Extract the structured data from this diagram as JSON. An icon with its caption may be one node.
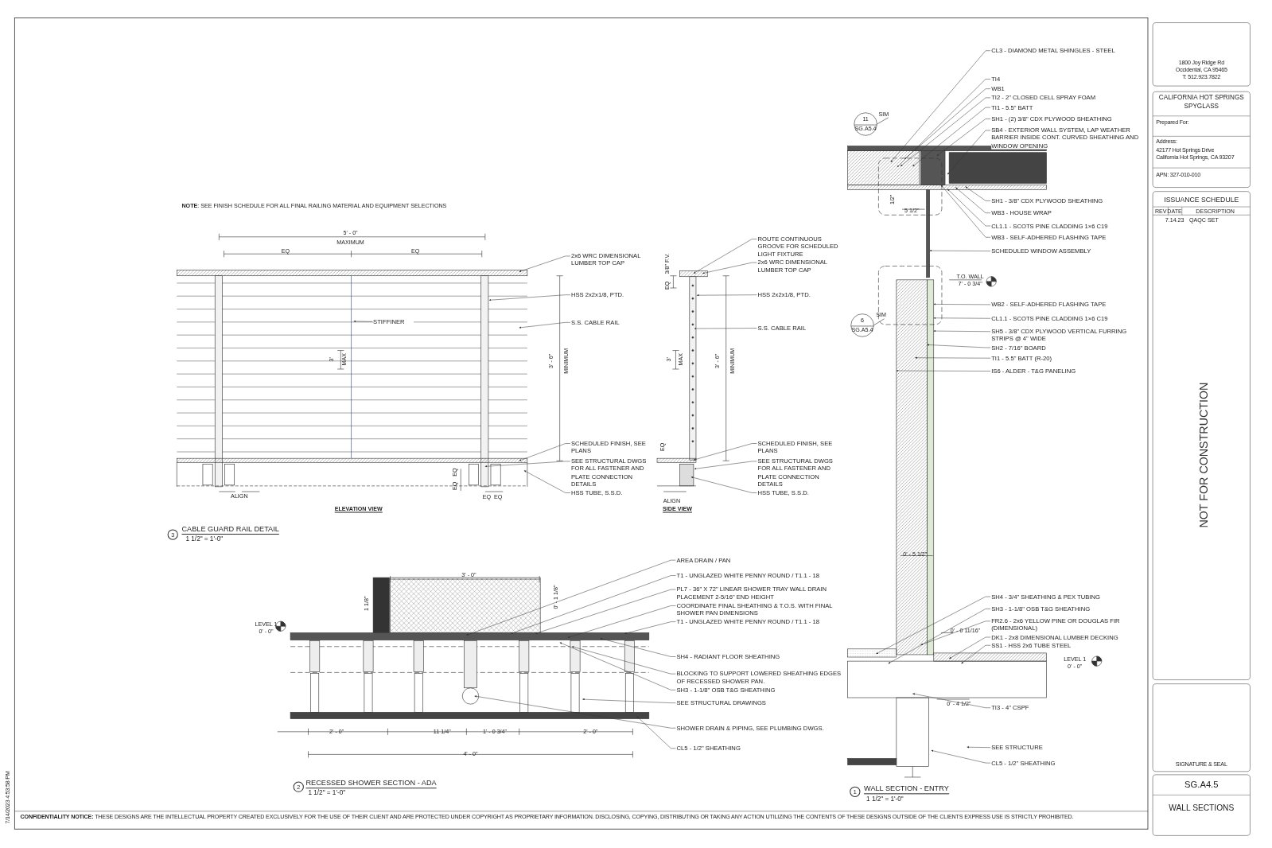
{
  "diagram": {
    "nodes": [
      {
        "text": [
          "2x6 WRC DIMENSIONAL LUMBER TOP CAP"
        ]
      },
      {
        "text": [
          "HSS 2x2x1/8, PTD."
        ]
      },
      {
        "text": [
          "STIFFINER"
        ]
      },
      {
        "text": [
          "S.S. CABLE RAIL"
        ]
      },
      {
        "text": [
          "SCHEDULED FINISH, SEE PLANS"
        ]
      },
      {
        "text": [
          "SEE STRUCTURAL DWGS FOR ALL FASTENER AND PLATE CONNECTION DETAILS"
        ]
      },
      {
        "text": [
          "HSS TUBE, S.S.D."
        ]
      },
      {
        "text": [
          "ROUTE CONTINUOUS GROOVE FOR SCHEDULED LIGHT FIXTURE"
        ]
      },
      {
        "text": [
          "2x6 WRC DIMENSIONAL LUMBER TOP CAP"
        ]
      },
      {
        "text": [
          "HSS 2x2x1/8, PTD."
        ]
      },
      {
        "text": [
          "S.S. CABLE RAIL"
        ]
      },
      {
        "text": [
          "SCHEDULED FINISH, SEE PLANS"
        ]
      },
      {
        "text": [
          "SEE STRUCTURAL DWGS FOR ALL FASTENER AND PLATE CONNECTION DETAILS"
        ]
      },
      {
        "text": [
          "HSS TUBE, S.S.D."
        ]
      },
      {
        "text": [
          "AREA DRAIN / PAN"
        ]
      },
      {
        "text": [
          "T1 - UNGLAZED WHITE PENNY ROUND / T1.1 - 18"
        ]
      },
      {
        "text": [
          "PL7 - 36\" X 72\" LINEAR SHOWER TRAY WALL DRAIN PLACEMENT 2-5/16\" END HEIGHT"
        ]
      },
      {
        "text": [
          "COORDINATE FINAL SHEATHING & T.O.S. WITH FINAL SHOWER PAN DIMENSIONS"
        ]
      },
      {
        "text": [
          "T1 - UNGLAZED WHITE PENNY ROUND / T1.1 - 18"
        ]
      },
      {
        "text": [
          "SH4 - RADIANT FLOOR SHEATHING"
        ]
      },
      {
        "text": [
          "BLOCKING TO SUPPORT LOWERED SHEATHING EDGES OF RECESSED SHOWER PAN."
        ]
      },
      {
        "text": [
          "SH3 - 1-1/8\" OSB T&G SHEATHING"
        ]
      },
      {
        "text": [
          "SEE STRUCTURAL DRAWINGS"
        ]
      },
      {
        "text": [
          "SHOWER DRAIN & PIPING, SEE PLUMBING DWGS."
        ]
      },
      {
        "text": [
          "CL5 - 1/2\" SHEATHING"
        ]
      },
      {
        "text": [
          "CL3 - DIAMOND METAL SHINGLES - STEEL"
        ]
      },
      {
        "text": [
          "TI4"
        ]
      },
      {
        "text": [
          "WB1"
        ]
      },
      {
        "text": [
          "TI2 - 2\" CLOSED CELL SPRAY FOAM"
        ]
      },
      {
        "text": [
          "TI1 - 5.5\" BATT"
        ]
      },
      {
        "text": [
          "SH1 - (2) 3/8\" CDX PLYWOOD SHEATHING"
        ]
      },
      {
        "text": [
          "SB4 - EXTERIOR WALL SYSTEM, LAP WEATHER BARRIER INSIDE CONT. CURVED SHEATHING AND WINDOW OPENING"
        ]
      },
      {
        "text": [
          "SH1 - 3/8\" CDX PLYWOOD SHEATHING"
        ]
      },
      {
        "text": [
          "WB3 - HOUSE WRAP"
        ]
      },
      {
        "text": [
          "CL1.1 - SCOTS PINE CLADDING 1×6 C19"
        ]
      },
      {
        "text": [
          "WB3 - SELF-ADHERED FLASHING TAPE"
        ]
      },
      {
        "text": [
          "SCHEDULED WINDOW ASSEMBLY"
        ]
      },
      {
        "text": [
          "WB2 - SELF-ADHERED FLASHING TAPE"
        ]
      },
      {
        "text": [
          "CL1.1 - SCOTS PINE CLADDING 1×6 C19"
        ]
      },
      {
        "text": [
          "SH5 - 3/8\" CDX PLYWOOD VERTICAL FURRING STRIPS @ 4\" WIDE"
        ]
      },
      {
        "text": [
          "SH2 - 7/16\" BOARD"
        ]
      },
      {
        "text": [
          "TI1 - 5.5\" BATT (R-20)"
        ]
      },
      {
        "text": [
          "IS6 - ALDER - T&G PANELING"
        ]
      },
      {
        "text": [
          "SH4 - 3/4\" SHEATHING & PEX TUBING"
        ]
      },
      {
        "text": [
          "SH3 - 1-1/8\" OSB T&G SHEATHING"
        ]
      },
      {
        "text": [
          "FR2.6 - 2x6 YELLOW PINE OR DOUGLAS FIR (DIMENSIONAL)"
        ]
      },
      {
        "text": [
          "DK1 - 2x8 DIMENSIONAL LUMBER DECKING"
        ]
      },
      {
        "text": [
          "SS1 - HSS 2x6 TUBE STEEL"
        ]
      },
      {
        "text": [
          "TI3 - 4\" CSPF"
        ]
      },
      {
        "text": [
          "SEE STRUCTURE"
        ]
      },
      {
        "text": [
          "CL5 - 1/2\" SHEATHING"
        ]
      }
    ],
    "edges": [
      {
        "from": 0,
        "to": null,
        "arrow": "to"
      },
      {
        "from": 1,
        "to": null,
        "arrow": "to"
      },
      {
        "from": 2,
        "to": null,
        "arrow": "to"
      },
      {
        "from": 3,
        "to": null,
        "arrow": "to"
      },
      {
        "from": 4,
        "to": null,
        "arrow": "to"
      },
      {
        "from": 5,
        "to": null,
        "arrow": "to"
      },
      {
        "from": 6,
        "to": null,
        "arrow": "to"
      },
      {
        "from": 7,
        "to": null,
        "arrow": "to"
      },
      {
        "from": 8,
        "to": null,
        "arrow": "to"
      },
      {
        "from": 9,
        "to": null,
        "arrow": "to"
      },
      {
        "from": 10,
        "to": null,
        "arrow": "to"
      },
      {
        "from": 11,
        "to": null,
        "arrow": "to"
      },
      {
        "from": 12,
        "to": null,
        "arrow": "to"
      },
      {
        "from": 13,
        "to": null,
        "arrow": "to"
      },
      {
        "from": 14,
        "to": null,
        "arrow": "to"
      },
      {
        "from": 15,
        "to": null,
        "arrow": "to"
      },
      {
        "from": 16,
        "to": null,
        "arrow": "to"
      },
      {
        "from": 17,
        "to": null,
        "arrow": "to"
      },
      {
        "from": 18,
        "to": null,
        "arrow": "to"
      },
      {
        "from": 19,
        "to": null,
        "arrow": "to"
      },
      {
        "from": 20,
        "to": null,
        "arrow": "to"
      },
      {
        "from": 21,
        "to": null,
        "arrow": "to"
      },
      {
        "from": 22,
        "to": null,
        "arrow": "to"
      },
      {
        "from": 23,
        "to": null,
        "arrow": "to"
      },
      {
        "from": 24,
        "to": null,
        "arrow": "to"
      },
      {
        "from": 25,
        "to": null,
        "arrow": "to"
      },
      {
        "from": 26,
        "to": null,
        "arrow": "to"
      },
      {
        "from": 27,
        "to": null,
        "arrow": "to"
      },
      {
        "from": 28,
        "to": null,
        "arrow": "to"
      },
      {
        "from": 29,
        "to": null,
        "arrow": "to"
      },
      {
        "from": 30,
        "to": null,
        "arrow": "to"
      },
      {
        "from": 31,
        "to": null,
        "arrow": "to"
      },
      {
        "from": 32,
        "to": null,
        "arrow": "to"
      },
      {
        "from": 33,
        "to": null,
        "arrow": "to"
      },
      {
        "from": 34,
        "to": null,
        "arrow": "to"
      },
      {
        "from": 35,
        "to": null,
        "arrow": "to"
      },
      {
        "from": 36,
        "to": null,
        "arrow": "to"
      },
      {
        "from": 37,
        "to": null,
        "arrow": "to"
      },
      {
        "from": 38,
        "to": null,
        "arrow": "to"
      },
      {
        "from": 39,
        "to": null,
        "arrow": "to"
      },
      {
        "from": 40,
        "to": null,
        "arrow": "to"
      },
      {
        "from": 41,
        "to": null,
        "arrow": "to"
      },
      {
        "from": 42,
        "to": null,
        "arrow": "to"
      },
      {
        "from": 43,
        "to": null,
        "arrow": "to"
      },
      {
        "from": 44,
        "to": null,
        "arrow": "to"
      },
      {
        "from": 45,
        "to": null,
        "arrow": "to"
      },
      {
        "from": 46,
        "to": null,
        "arrow": "to"
      },
      {
        "from": 47,
        "to": null,
        "arrow": "to"
      },
      {
        "from": 48,
        "to": null,
        "arrow": "to"
      },
      {
        "from": 49,
        "to": null,
        "arrow": "to"
      },
      {
        "from": 50,
        "to": null,
        "arrow": "to"
      }
    ],
    "labels": [
      "**NOTE**: SEE FINISH SCHEDULE FOR ALL FINAL RAILING MATERIAL AND EQUIPMENT SELECTIONS",
      "5' - 0\"",
      "MAXIMUM",
      "EQ",
      "EQ",
      "3'",
      "MAX",
      "3' - 6\"",
      "MINIMUM",
      "EQ",
      "EQ",
      "ALIGN",
      "EQ",
      "EQ",
      "ELEVATION VIEW",
      "3",
      "CABLE GUARD RAIL DETAIL",
      "1 1/2\" = 1'-0\"",
      "3/8\" F.V.",
      "EQ",
      "3'",
      "MAX",
      "3' - 6\"",
      "MINIMUM",
      "EQ",
      "ALIGN",
      "SIDE VIEW",
      "3' - 0\"",
      "1 1/8\"",
      "0' - 1 1/8\"",
      "LEVEL 1",
      "0' - 0\"",
      "2' - 0\"",
      "11 1/4\"",
      "1' - 0 3/4\"",
      "2' - 0\"",
      "4' - 0\"",
      "2",
      "RECESSED SHOWER SECTION - ADA",
      "1 1/2\" = 1'-0\"",
      "11",
      "SG.A5.4",
      "SIM",
      "1/2\"",
      "5 1/2\"",
      "T.O. WALL",
      "7' - 0 3/4\"",
      "6",
      "SG.A5.4",
      "SIM",
      "0' - 5 1/2\"",
      "0' - 0 11/16\"",
      "LEVEL 1",
      "0' - 0\"",
      "0' - 4 1/2\"",
      "1",
      "WALL SECTION - ENTRY",
      "1 1/2\" = 1'-0\"",
      "1800 Joy Ridge Rd",
      "Occidental, CA 95465",
      "T: 512.923.7822",
      "CALIFORNIA HOT SPRINGS SPYGLASS",
      "Prepared For:",
      "Address:",
      "42177 Hot Springs Drive",
      "California Hot Springs, CA  93207",
      "APN: 327-010-010",
      "ISSUANCE SCHEDULE",
      "REV",
      "DATE",
      "DESCRIPTION",
      "7.14.23",
      "QAQC SET",
      "NOT FOR CONSTRUCTION",
      "SIGNATURE & SEAL",
      "SG.A4.5",
      "WALL SECTIONS",
      "7/14/2023 4:53:58 PM",
      "**CONFIDENTIALITY NOTICE:** THESE DESIGNS ARE THE INTELLECTUAL PROPERTY CREATED EXCLUSIVELY FOR THE USE OF THEIR CLIENT AND ARE PROTECTED UNDER COPYRIGHT AS PROPRIETARY INFORMATION. DISCLOSING, COPYING, DISTRIBUTING OR TAKING ANY ACTION UTILIZING THE CONTENTS OF THESE DESIGNS OUTSIDE OF THE CLIENTS EXPRESS USE IS STRICTLY PROHIBITED."
    ]
  }
}
